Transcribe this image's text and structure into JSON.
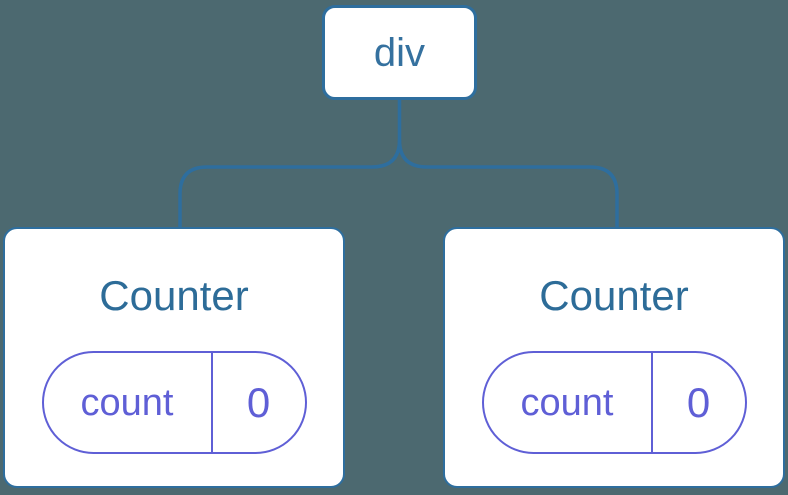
{
  "colors": {
    "background": "#4c6970",
    "node_border_blue": "#2e6e9e",
    "title_blue": "#2d6c98",
    "state_purple": "#5f5fd6",
    "node_background": "#ffffff"
  },
  "tree": {
    "root": {
      "label": "div"
    },
    "children": [
      {
        "title": "Counter",
        "state": {
          "key": "count",
          "value": "0"
        }
      },
      {
        "title": "Counter",
        "state": {
          "key": "count",
          "value": "0"
        }
      }
    ]
  }
}
